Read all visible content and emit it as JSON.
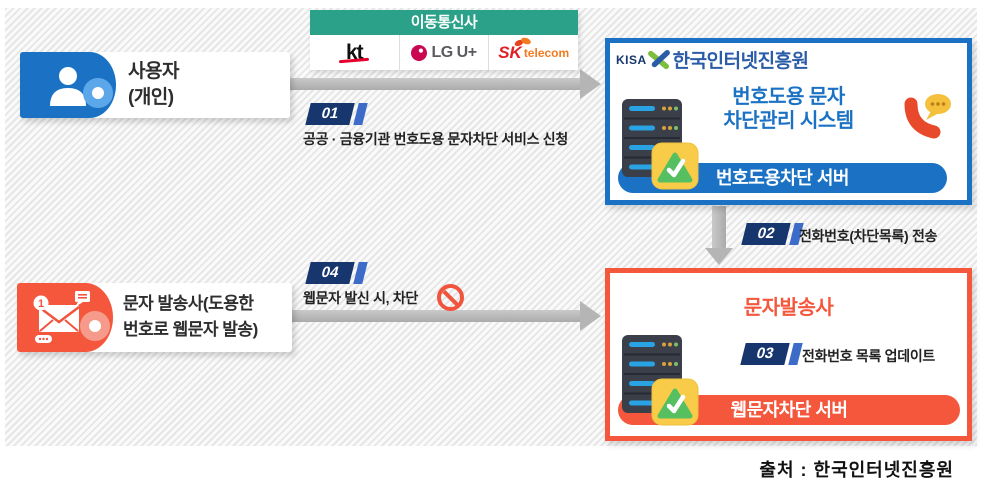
{
  "colors": {
    "blue_accent": "#1b72c4",
    "red_accent": "#f4573b",
    "green_header": "#2ba189",
    "badge_navy": "#17366d",
    "badge_stripe": "#3c6cc8",
    "ring_blue": "#5ba7ea",
    "ring_red": "#f69a8c",
    "arrow_gray": "#b5b5b5",
    "kisa_blue": "#2a5ca8"
  },
  "user_box": {
    "line1": "사용자",
    "line2": "(개인)"
  },
  "sender_box": {
    "line1": "문자 발송사(도용한",
    "line2": "번호로 웹문자 발송)"
  },
  "carriers": {
    "title": "이동통신사",
    "kt_label": "kt",
    "lg_label": "LG U+",
    "sk_label": "SK",
    "sk_sublabel": "telecom"
  },
  "kisa_box": {
    "logo_text": "KISA",
    "org_name": "한국인터넷진흥원",
    "title_line1": "번호도용 문자",
    "title_line2": "차단관리 시스템",
    "server_label": "번호도용차단 서버"
  },
  "sms_box": {
    "title": "문자발송사",
    "server_label": "웹문자차단 서버"
  },
  "steps": {
    "s01": {
      "num": "01",
      "text": "공공 · 금융기관 번호도용 문자차단 서비스 신청"
    },
    "s02": {
      "num": "02",
      "text": "전화번호(차단목록) 전송"
    },
    "s03": {
      "num": "03",
      "text": "전화번호 목록 업데이트"
    },
    "s04": {
      "num": "04",
      "text": "웹문자 발신 시, 차단"
    }
  },
  "source_caption": "출처 : 한국인터넷진흥원",
  "icons": {
    "person": "person-silhouette-icon",
    "envelope": "envelope-message-icon",
    "server": "server-rack-check-icon",
    "phone": "phone-chat-icon",
    "prohibition": "prohibition-icon",
    "kisa_mark": "kisa-x-mark-icon",
    "sk_butterfly": "sk-butterfly-icon",
    "lg_circle": "lg-face-icon"
  }
}
